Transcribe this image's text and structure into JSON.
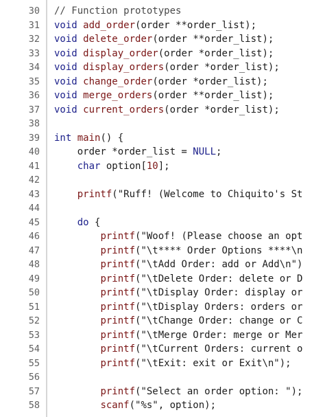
{
  "editor": {
    "lines": [
      {
        "num": "30",
        "tokens": [
          {
            "t": "// Function prototypes",
            "c": "c"
          }
        ]
      },
      {
        "num": "31",
        "tokens": [
          {
            "t": "void",
            "c": "k"
          },
          {
            "t": " "
          },
          {
            "t": "add_order",
            "c": "f"
          },
          {
            "t": "(order **order_list);"
          }
        ]
      },
      {
        "num": "32",
        "tokens": [
          {
            "t": "void",
            "c": "k"
          },
          {
            "t": " "
          },
          {
            "t": "delete_order",
            "c": "f"
          },
          {
            "t": "(order **order_list);"
          }
        ]
      },
      {
        "num": "33",
        "tokens": [
          {
            "t": "void",
            "c": "k"
          },
          {
            "t": " "
          },
          {
            "t": "display_order",
            "c": "f"
          },
          {
            "t": "(order *order_list);"
          }
        ]
      },
      {
        "num": "34",
        "tokens": [
          {
            "t": "void",
            "c": "k"
          },
          {
            "t": " "
          },
          {
            "t": "display_orders",
            "c": "f"
          },
          {
            "t": "(order *order_list);"
          }
        ]
      },
      {
        "num": "35",
        "tokens": [
          {
            "t": "void",
            "c": "k"
          },
          {
            "t": " "
          },
          {
            "t": "change_order",
            "c": "f"
          },
          {
            "t": "(order *order_list);"
          }
        ]
      },
      {
        "num": "36",
        "tokens": [
          {
            "t": "void",
            "c": "k"
          },
          {
            "t": " "
          },
          {
            "t": "merge_orders",
            "c": "f"
          },
          {
            "t": "(order **order_list);"
          }
        ]
      },
      {
        "num": "37",
        "tokens": [
          {
            "t": "void",
            "c": "k"
          },
          {
            "t": " "
          },
          {
            "t": "current_orders",
            "c": "f"
          },
          {
            "t": "(order *order_list);"
          }
        ]
      },
      {
        "num": "38",
        "tokens": []
      },
      {
        "num": "39",
        "tokens": [
          {
            "t": "int",
            "c": "k"
          },
          {
            "t": " "
          },
          {
            "t": "main",
            "c": "f"
          },
          {
            "t": "() {"
          }
        ]
      },
      {
        "num": "40",
        "tokens": [
          {
            "t": "    order *order_list = "
          },
          {
            "t": "NULL",
            "c": "n"
          },
          {
            "t": ";"
          }
        ]
      },
      {
        "num": "41",
        "tokens": [
          {
            "t": "    "
          },
          {
            "t": "char",
            "c": "k"
          },
          {
            "t": " option["
          },
          {
            "t": "10",
            "c": "num"
          },
          {
            "t": "];"
          }
        ]
      },
      {
        "num": "42",
        "tokens": []
      },
      {
        "num": "43",
        "tokens": [
          {
            "t": "    "
          },
          {
            "t": "printf",
            "c": "f"
          },
          {
            "t": "(\"Ruff! (Welcome to Chiquito's St"
          }
        ]
      },
      {
        "num": "44",
        "tokens": []
      },
      {
        "num": "45",
        "tokens": [
          {
            "t": "    "
          },
          {
            "t": "do",
            "c": "k"
          },
          {
            "t": " {"
          }
        ]
      },
      {
        "num": "46",
        "tokens": [
          {
            "t": "        "
          },
          {
            "t": "printf",
            "c": "f"
          },
          {
            "t": "(\"Woof! (Please choose an opt"
          }
        ]
      },
      {
        "num": "47",
        "tokens": [
          {
            "t": "        "
          },
          {
            "t": "printf",
            "c": "f"
          },
          {
            "t": "(\"\\t**** Order Options ****\\n"
          }
        ]
      },
      {
        "num": "48",
        "tokens": [
          {
            "t": "        "
          },
          {
            "t": "printf",
            "c": "f"
          },
          {
            "t": "(\"\\tAdd Order: add or Add\\n\")"
          }
        ]
      },
      {
        "num": "49",
        "tokens": [
          {
            "t": "        "
          },
          {
            "t": "printf",
            "c": "f"
          },
          {
            "t": "(\"\\tDelete Order: delete or D"
          }
        ]
      },
      {
        "num": "50",
        "tokens": [
          {
            "t": "        "
          },
          {
            "t": "printf",
            "c": "f"
          },
          {
            "t": "(\"\\tDisplay Order: display or"
          }
        ]
      },
      {
        "num": "51",
        "tokens": [
          {
            "t": "        "
          },
          {
            "t": "printf",
            "c": "f"
          },
          {
            "t": "(\"\\tDisplay Orders: orders or"
          }
        ]
      },
      {
        "num": "52",
        "tokens": [
          {
            "t": "        "
          },
          {
            "t": "printf",
            "c": "f"
          },
          {
            "t": "(\"\\tChange Order: change or C"
          }
        ]
      },
      {
        "num": "53",
        "tokens": [
          {
            "t": "        "
          },
          {
            "t": "printf",
            "c": "f"
          },
          {
            "t": "(\"\\tMerge Order: merge or Mer"
          }
        ]
      },
      {
        "num": "54",
        "tokens": [
          {
            "t": "        "
          },
          {
            "t": "printf",
            "c": "f"
          },
          {
            "t": "(\"\\tCurrent Orders: current o"
          }
        ]
      },
      {
        "num": "55",
        "tokens": [
          {
            "t": "        "
          },
          {
            "t": "printf",
            "c": "f"
          },
          {
            "t": "(\"\\tExit: exit or Exit\\n\");"
          }
        ]
      },
      {
        "num": "56",
        "tokens": []
      },
      {
        "num": "57",
        "tokens": [
          {
            "t": "        "
          },
          {
            "t": "printf",
            "c": "f"
          },
          {
            "t": "(\"Select an order option: \");"
          }
        ]
      },
      {
        "num": "58",
        "tokens": [
          {
            "t": "        "
          },
          {
            "t": "scanf",
            "c": "f"
          },
          {
            "t": "(\"%s\", option);"
          }
        ]
      }
    ]
  }
}
